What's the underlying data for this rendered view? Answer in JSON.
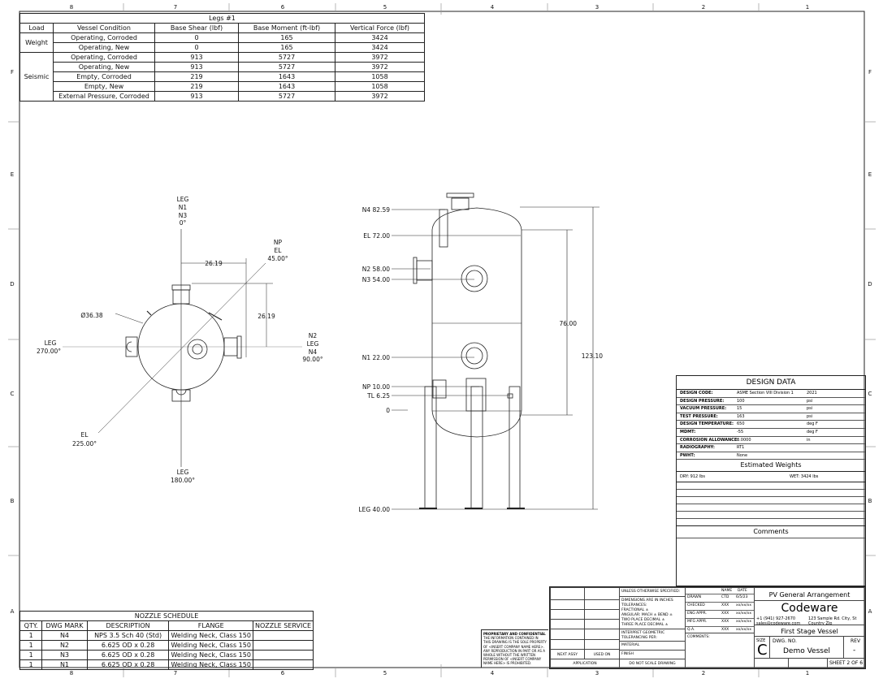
{
  "zones": {
    "top": [
      "8",
      "7",
      "6",
      "5",
      "4",
      "3",
      "2",
      "1"
    ],
    "side": [
      "F",
      "E",
      "D",
      "C",
      "B",
      "A"
    ]
  },
  "legs_table": {
    "title": "Legs #1",
    "headers": [
      "Load",
      "Vessel Condition",
      "Base Shear (lbf)",
      "Base Moment (ft-lbf)",
      "Vertical Force (lbf)"
    ],
    "groups": [
      {
        "load": "Weight",
        "rows": [
          [
            "Operating, Corroded",
            "0",
            "165",
            "3424"
          ],
          [
            "Operating, New",
            "0",
            "165",
            "3424"
          ]
        ]
      },
      {
        "load": "Seismic",
        "rows": [
          [
            "Operating, Corroded",
            "913",
            "5727",
            "3972"
          ],
          [
            "Operating, New",
            "913",
            "5727",
            "3972"
          ],
          [
            "Empty, Corroded",
            "219",
            "1643",
            "1058"
          ],
          [
            "Empty, New",
            "219",
            "1643",
            "1058"
          ],
          [
            "External Pressure, Corroded",
            "913",
            "5727",
            "3972"
          ]
        ]
      }
    ]
  },
  "plan_view": {
    "top": [
      "LEG",
      "N1",
      "N3",
      "0°"
    ],
    "ne": [
      "NP",
      "EL",
      "45.00°"
    ],
    "right": [
      "N2",
      "LEG",
      "N4",
      "90.00°"
    ],
    "left": [
      "LEG",
      "270.00°"
    ],
    "sw": [
      "EL",
      "225.00°"
    ],
    "bottom": [
      "LEG",
      "180.00°"
    ],
    "dim_h": "26.19",
    "dim_v": "26.19",
    "diameter": "Ø36.38"
  },
  "elevation": {
    "labels": [
      "N4 82.59",
      "EL 72.00",
      "N2 58.00",
      "N3 54.00",
      "N1 22.00",
      "NP 10.00",
      "TL 6.25",
      "0",
      "LEG 40.00"
    ],
    "dim_76": "76.00",
    "dim_123": "123.10"
  },
  "design_data": {
    "title": "DESIGN DATA",
    "rows": [
      [
        "DESIGN CODE:",
        "ASME Section VIII Division 1",
        "2021"
      ],
      [
        "DESIGN PRESSURE:",
        "100",
        "psi"
      ],
      [
        "VACUUM PRESSURE:",
        "15",
        "psi"
      ],
      [
        "TEST PRESSURE:",
        "163",
        "psi"
      ],
      [
        "DESIGN TEMPERATURE:",
        "650",
        "deg F"
      ],
      [
        "MDMT:",
        "-55",
        "deg F"
      ],
      [
        "CORROSION ALLOWANCE:",
        "0.0000",
        "in"
      ],
      [
        "RADIOGRAPHY:",
        "RT1",
        ""
      ],
      [
        "PWHT:",
        "None",
        ""
      ]
    ],
    "weights_title": "Estimated Weights",
    "dry": "DRY:  912  lbs",
    "wet": "WET:  3424  lbs",
    "comments_title": "Comments"
  },
  "nozzle_schedule": {
    "title": "NOZZLE SCHEDULE",
    "headers": [
      "QTY.",
      "DWG MARK",
      "DESCRIPTION",
      "FLANGE",
      "NOZZLE SERVICE"
    ],
    "rows": [
      [
        "1",
        "N4",
        "NPS 3.5 Sch 40 (Std)",
        "Welding Neck, Class 150",
        ""
      ],
      [
        "1",
        "N2",
        "6.625 OD x 0.28",
        "Welding Neck, Class 150",
        ""
      ],
      [
        "1",
        "N3",
        "6.625 OD x 0.28",
        "Welding Neck, Class 150",
        ""
      ],
      [
        "1",
        "N1",
        "6.625 OD x 0.28",
        "Welding Neck, Class 150",
        ""
      ]
    ]
  },
  "title_block": {
    "proprietary_title": "PROPRIETARY AND CONFIDENTIAL",
    "proprietary_text": "THE INFORMATION CONTAINED IN THIS DRAWING IS THE SOLE PROPERTY OF <INSERT COMPANY NAME HERE>. ANY REPRODUCTION IN PART OR AS A WHOLE WITHOUT THE WRITTEN PERMISSION OF <INSERT COMPANY NAME HERE> IS PROHIBITED.",
    "next_assy": "NEXT ASSY",
    "used_on": "USED ON",
    "application": "APPLICATION",
    "unless": "UNLESS OTHERWISE SPECIFIED:",
    "dims": "DIMENSIONS ARE IN INCHES",
    "tolerances": "TOLERANCES:",
    "fractional": "FRACTIONAL ±",
    "angular": "ANGULAR: MACH ±   BEND ±",
    "two_place": "TWO PLACE DECIMAL  ±",
    "three_place": "THREE PLACE DECIMAL  ±",
    "interpret": "INTERPRET GEOMETRIC TOLERANCING PER:",
    "material": "MATERIAL",
    "finish": "FINISH",
    "do_not_scale": "DO NOT SCALE DRAWING",
    "name_h": "NAME",
    "date_h": "DATE",
    "signoffs": [
      [
        "DRAWN",
        "CTD",
        "6/5/23"
      ],
      [
        "CHECKED",
        "XXX",
        "xx/xx/xx"
      ],
      [
        "ENG APPR.",
        "XXX",
        "xx/xx/xx"
      ],
      [
        "MFG APPR.",
        "XXX",
        "xx/xx/xx"
      ],
      [
        "Q.A.",
        "XXX",
        "xx/xx/xx"
      ]
    ],
    "comments": "COMMENTS:",
    "drawing_title": "PV General Arrangement",
    "company": "Codeware",
    "phone": "+1 (941) 927-2670",
    "email": "sales@codeware.com",
    "address1": "123 Sample Rd. City, St",
    "address2": "Country Zip",
    "subtitle": "First Stage Vessel",
    "size_label": "SIZE",
    "size": "C",
    "dwg_no_label": "DWG.  NO.",
    "dwg_no": "Demo Vessel",
    "rev_label": "REV",
    "rev": "-",
    "sheet": "SHEET 2 OF 6"
  }
}
